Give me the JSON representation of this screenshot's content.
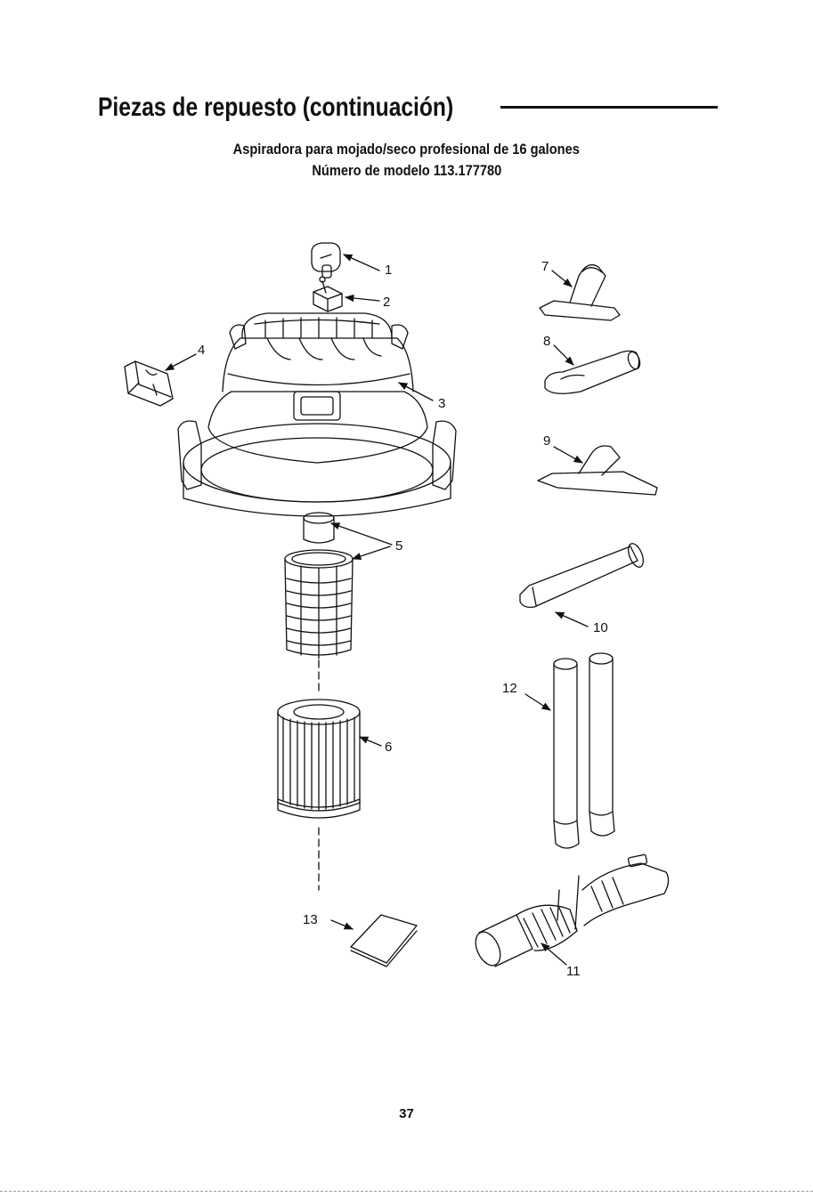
{
  "header": {
    "title": "Piezas de repuesto (continuación)",
    "subtitle_line1": "Aspiradora para mojado/seco profesional de 16 galones",
    "subtitle_line2": "Número de modelo 113.177780"
  },
  "callouts": [
    "1",
    "2",
    "3",
    "4",
    "5",
    "6",
    "7",
    "8",
    "9",
    "10",
    "11",
    "12",
    "13"
  ],
  "footer": {
    "page_number": "37"
  }
}
